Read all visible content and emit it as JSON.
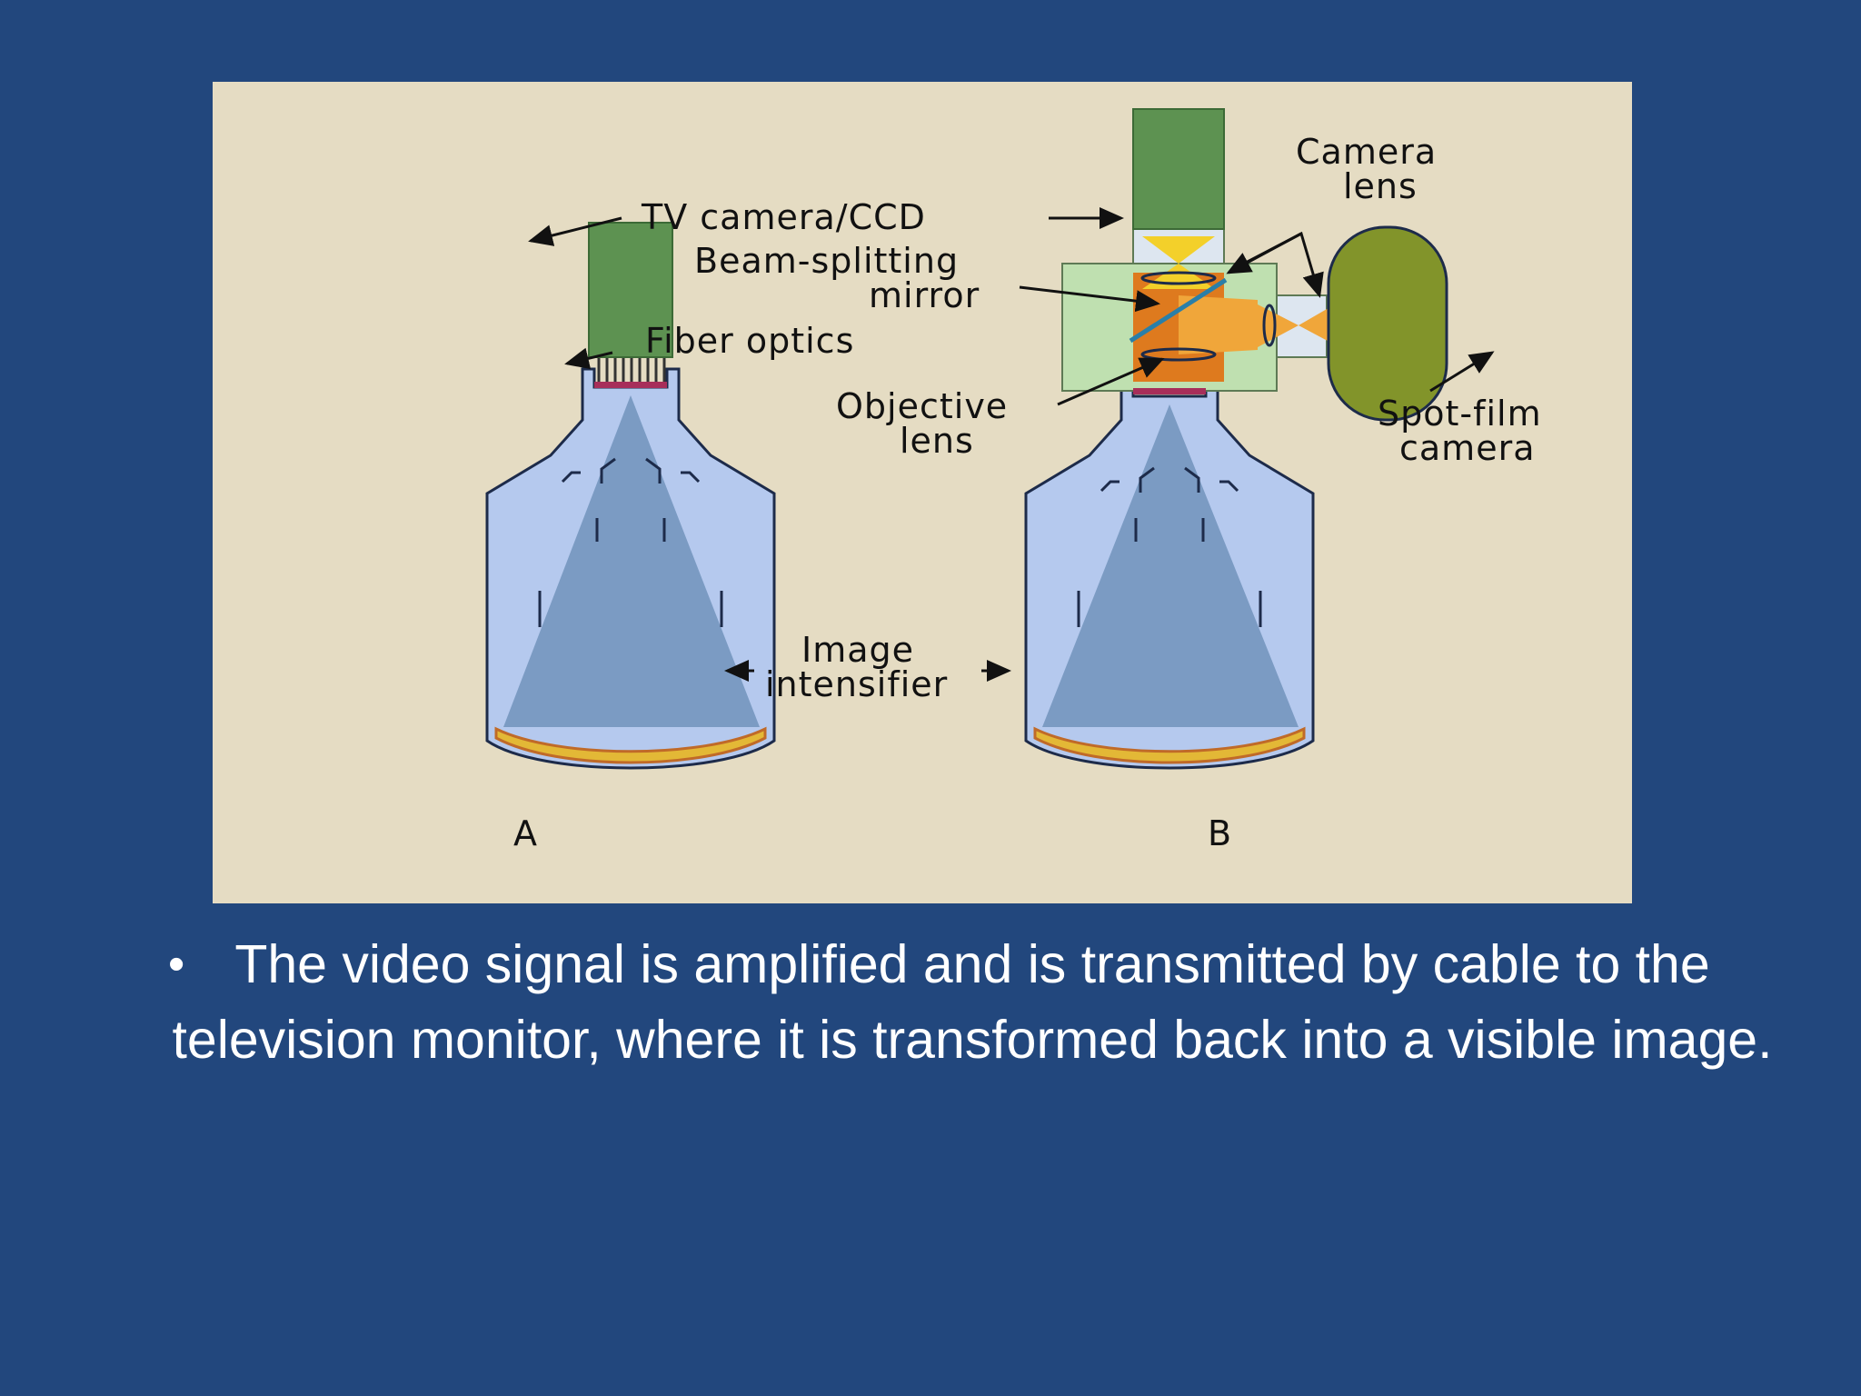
{
  "figure": {
    "labels": {
      "tv_camera": "TV camera/CCD",
      "beam_line1": "Beam-splitting",
      "beam_line2": "mirror",
      "fiber": "Fiber optics",
      "objective_line1": "Objective",
      "objective_line2": "lens",
      "camera_lens_line1": "Camera",
      "camera_lens_line2": "lens",
      "spot_line1": "Spot-film",
      "spot_line2": "camera",
      "intensifier_line1": "Image",
      "intensifier_line2": "intensifier",
      "panel_a": "A",
      "panel_b": "B"
    },
    "colors": {
      "background": "#e5dcc3",
      "tube": "#b5c9ee",
      "cone": "#7b9bc3",
      "camera_green": "#5d9251",
      "spot_camera": "#82942a",
      "housing": "#bfe0b0",
      "orange": "#f0a63a",
      "orange_dark": "#de7a1e",
      "phosphor": "#e3b836"
    }
  },
  "caption": {
    "bullet": "•",
    "text": "The video signal is amplified and is transmitted by cable to the television monitor, where it is transformed back into a visible image."
  }
}
